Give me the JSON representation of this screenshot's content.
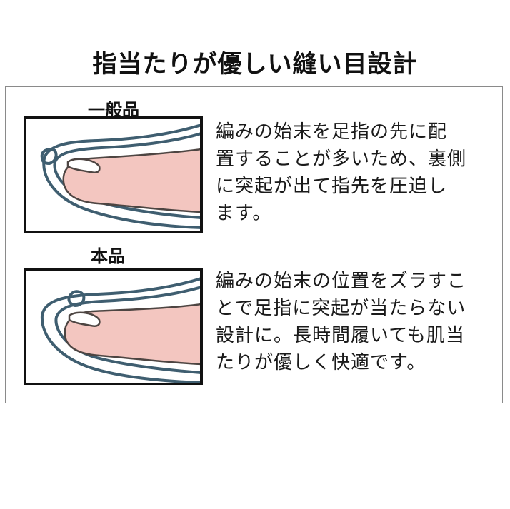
{
  "title": "指当たりが優しい縫い目設計",
  "colors": {
    "skin": "#f3c6c0",
    "skin_outline": "#4d4542",
    "sock_outline": "#3f5e70",
    "frame": "#111111",
    "panel_border": "#8a8a8a"
  },
  "general": {
    "label": "一般品",
    "illustration": "toe-with-seam-on-tip-icon",
    "text_lines": [
      "編みの始末を足指の先に配",
      "置することが多いため、裏側",
      "に突起が出て指先を圧迫し",
      "ます。"
    ]
  },
  "ours": {
    "label": "本品",
    "illustration": "toe-with-seam-shifted-icon",
    "text_lines": [
      "編みの始末の位置をズラすこ",
      "とで足指に突起が当たらない",
      "設計に。長時間履いても肌当",
      "たりが優しく快適です。"
    ]
  }
}
